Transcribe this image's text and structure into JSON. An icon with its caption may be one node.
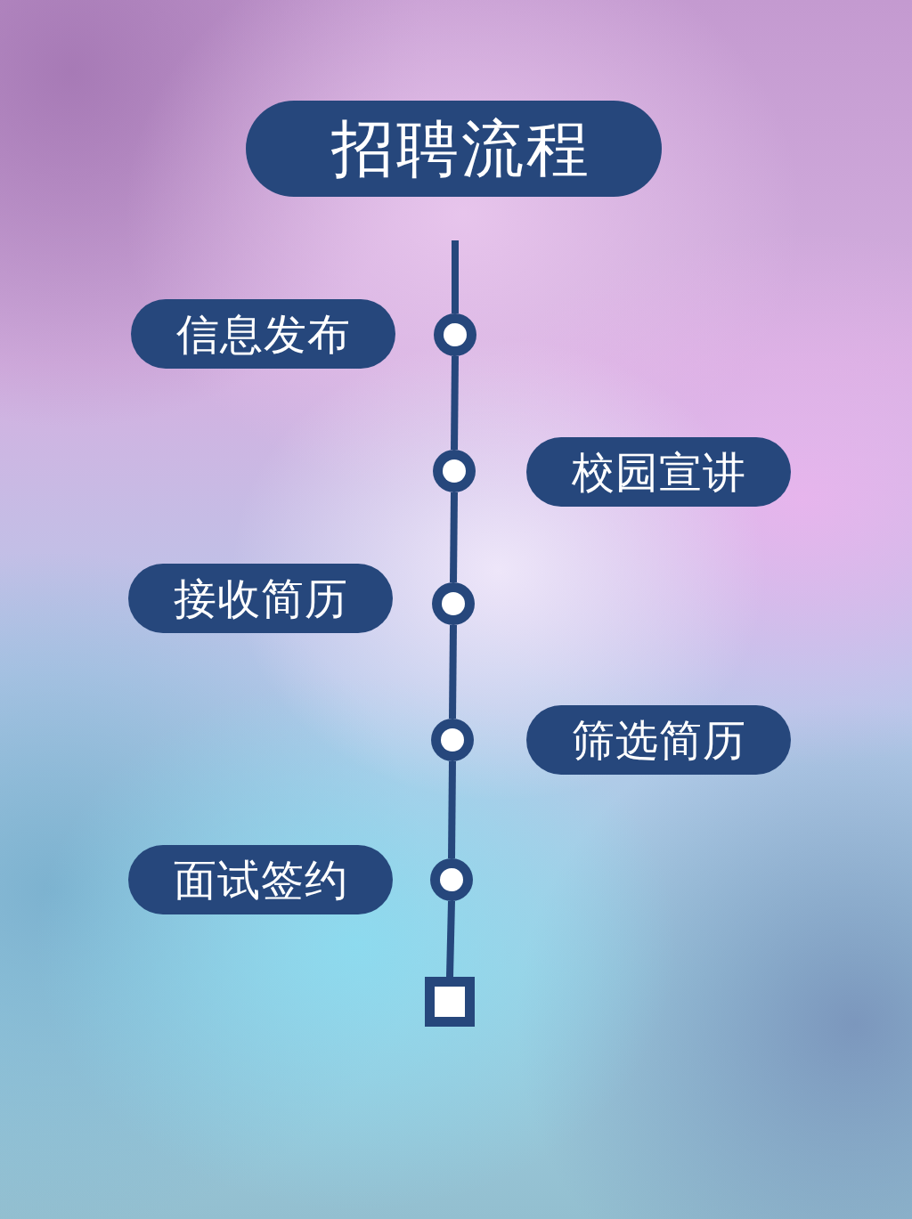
{
  "diagram": {
    "title": "招聘流程",
    "nodes": [
      {
        "text": [
          "信息发布"
        ]
      },
      {
        "text": [
          "校园宣讲"
        ]
      },
      {
        "text": [
          "接收简历"
        ]
      },
      {
        "text": [
          "筛选简历"
        ]
      },
      {
        "text": [
          "面试签约"
        ]
      },
      {
        "text": [],
        "shape": "circle"
      },
      {
        "text": [],
        "shape": "circle"
      },
      {
        "text": [],
        "shape": "circle"
      },
      {
        "text": [],
        "shape": "circle"
      },
      {
        "text": [],
        "shape": "circle"
      },
      {
        "text": [],
        "shape": "box"
      }
    ],
    "edges": [
      {
        "from": null,
        "to": 5,
        "arrow": "none"
      },
      {
        "from": 5,
        "to": 6,
        "arrow": "none"
      },
      {
        "from": 6,
        "to": 7,
        "arrow": "none"
      },
      {
        "from": 7,
        "to": 8,
        "arrow": "none"
      },
      {
        "from": 8,
        "to": 9,
        "arrow": "none"
      },
      {
        "from": 9,
        "to": 10,
        "arrow": "none"
      }
    ]
  }
}
